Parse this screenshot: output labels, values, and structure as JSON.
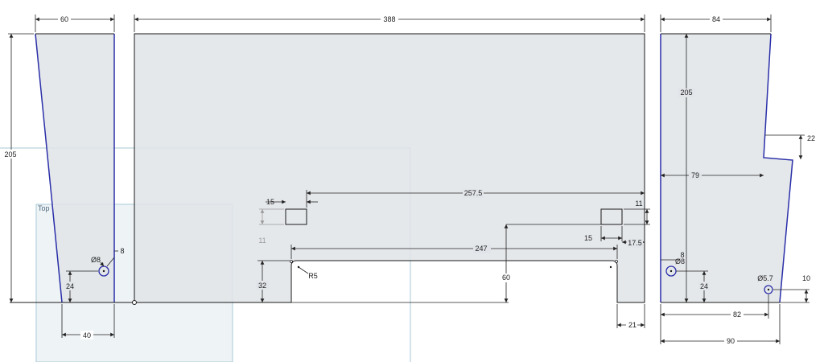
{
  "plane": {
    "label": "Top"
  },
  "colors": {
    "face": "#e1e4e8",
    "edge": "#1a1a1a",
    "blue_edge": "#2a2fa8",
    "plane_fill": "#cfdde5",
    "plane_line": "#a9c9d6",
    "dim": "#222222",
    "grey_dim": "#9a9a9a"
  },
  "dimensions": {
    "left_top_width": "60",
    "left_height": "205",
    "left_bottom_width": "40",
    "left_hole_dia": "Ø8",
    "left_hole_offset": "8",
    "left_hole_height": "24",
    "center_width": "388",
    "slot1_width": "15",
    "slot1_height": "11",
    "slot_spacing": "257.5",
    "slot2_height": "11",
    "slot2_width": "15",
    "slot2_offset": "17.5",
    "cutout_width": "247",
    "cutout_radius": "R5",
    "cutout_height": "32",
    "cutout_ref_height": "60",
    "cutout_right_margin": "21",
    "right_top_width": "84",
    "right_height": "205",
    "right_notch": "22",
    "right_notch_pos": "79",
    "right_hole_offset": "8",
    "right_hole_dia": "Ø8",
    "right_hole_height": "24",
    "right_small_hole_dia": "Ø5.7",
    "right_small_hole_height": "10",
    "right_small_hole_pos": "82",
    "right_bottom_width": "90"
  }
}
